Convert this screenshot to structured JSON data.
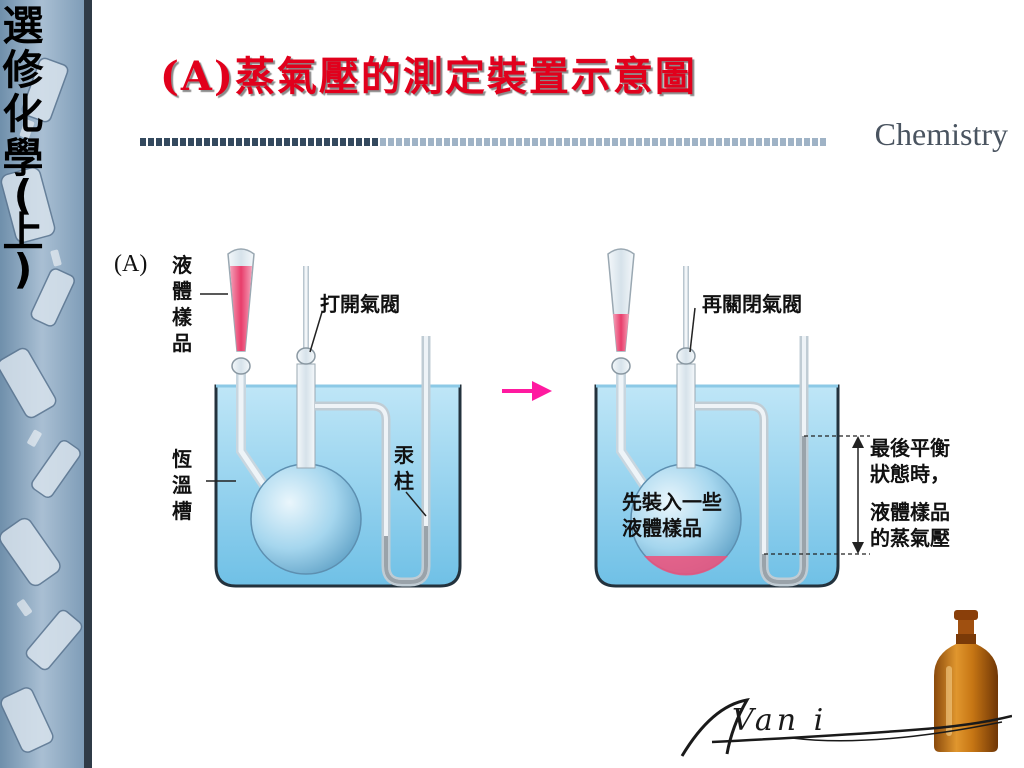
{
  "sidebar": {
    "course_title": "選修化學(上)",
    "course_chars": [
      "選",
      "修",
      "化",
      "學",
      "(",
      "上",
      ")"
    ]
  },
  "slide": {
    "title": "(A)蒸氣壓的測定裝置示意圖",
    "subject_label": "Chemistry",
    "signature": "Van i"
  },
  "diagram": {
    "panel_label": "(A)",
    "left_setup": {
      "liquid_sample": "液體樣品",
      "open_valve": "打開氣閥",
      "thermostat_bath": "恆溫槽",
      "mercury_column": "汞柱"
    },
    "right_setup": {
      "close_valve_again": "再關閉氣閥",
      "preloaded_sample_line1": "先裝入一些",
      "preloaded_sample_line2": "液體樣品",
      "equilibrium_line1": "最後平衡",
      "equilibrium_line2": "狀態時，",
      "equilibrium_line3": "液體樣品",
      "equilibrium_line4": "的蒸氣壓"
    }
  },
  "colors": {
    "title_red": "#e1001c",
    "water_blue": "#8fd0ee",
    "sample_pink": "#f0507a",
    "arrow_magenta": "#ff1aa0",
    "sidebar_blue": "#8ca7bf"
  }
}
